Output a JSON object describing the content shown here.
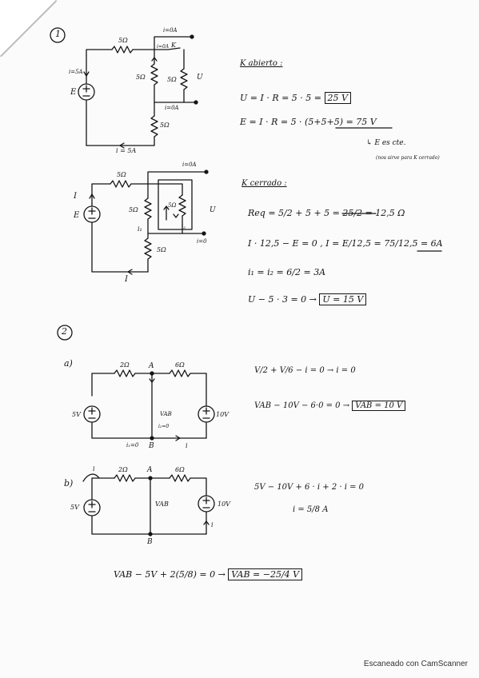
{
  "problem1": {
    "number": "1",
    "circuit_top": {
      "r_top": "5Ω",
      "r_left": "5Ω",
      "r_right": "5Ω",
      "r_bottom": "5Ω",
      "i_source": "i=5A",
      "i_out_top": "i=0A",
      "i_switch": "i=0A",
      "switch_label": "K",
      "i_mid": "i=0A",
      "i_bottom": "i = 5A",
      "source": "E",
      "voltage": "U"
    },
    "open_title": "K abierto :",
    "eq_u": "U = I · R = 5 · 5 = ",
    "eq_u_box": "25 V",
    "eq_e": "E = I · R = 5 · (5+5+5) = ",
    "eq_e_ul": "75 V",
    "note_arrow": "↳ E es cte.",
    "note_paren": "(nos sirve para K cerrado)",
    "circuit_bottom": {
      "r_top": "5Ω",
      "r_left": "5Ω",
      "r_mid": "5Ω",
      "r_bottom": "5Ω",
      "i_top": "i=0A",
      "i_left": "I",
      "source": "E",
      "i1": "i₁",
      "i2": "i₂",
      "i_out": "i=0",
      "voltage": "U",
      "i_bottom": "I"
    },
    "closed_title": "K cerrado :",
    "req": "Req = 5/2 + 5 + 5 = 25/2 = ",
    "req_ul": "12,5 Ω",
    "eq_i": "I · 12,5 − E = 0 , I = E/12,5 = 75/12,5 = ",
    "eq_i_ul": "6A",
    "eq_i12": "i₁ = i₂ = 6/2 = 3A",
    "eq_u2": "U − 5 · 3 = 0 → ",
    "eq_u2_box": "U = 15 V"
  },
  "problem2": {
    "number": "2",
    "part_a": {
      "label": "a)",
      "r1": "2Ω",
      "r2": "6Ω",
      "node_a": "A",
      "node_b": "B",
      "v1": "5V",
      "v2": "10V",
      "vab": "VAB",
      "i_mid": "i₂=0",
      "i_left": "i₁=0",
      "i_right": "i",
      "eq1": "V/2 + V/6 − i = 0 → i = 0",
      "eq2": "VAB − 10V − 6·0 = 0 → ",
      "eq2_box": "VAB = 10 V"
    },
    "part_b": {
      "label": "b)",
      "r1": "2Ω",
      "r2": "6Ω",
      "node_a": "A",
      "node_b": "B",
      "v1": "5V",
      "v2": "10V",
      "vab": "VAB",
      "i_left": "i",
      "i_right": "i",
      "eq1": "5V − 10V + 6 · i + 2 · i = 0",
      "eq2": "i = 5/8 A"
    },
    "final_eq": "VAB − 5V + 2(5/8) = 0 → ",
    "final_box": "VAB = −25/4 V"
  },
  "footer": "Escaneado con CamScanner"
}
